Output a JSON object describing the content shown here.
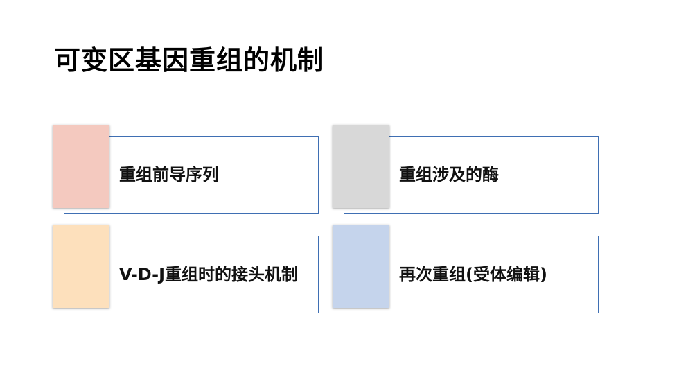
{
  "slide": {
    "title": "可变区基因重组的机制"
  },
  "cards": [
    {
      "label": "重组前导序列",
      "color": "#f4c9bf"
    },
    {
      "label": "重组涉及的酶",
      "color": "#d8d8d8"
    },
    {
      "label": "V-D-J重组时的接头机制",
      "color": "#fde0bc"
    },
    {
      "label": "再次重组(受体编辑)",
      "color": "#c5d4ec"
    }
  ],
  "colors": {
    "frame_border": "#3f6fb3",
    "text": "#111111"
  }
}
